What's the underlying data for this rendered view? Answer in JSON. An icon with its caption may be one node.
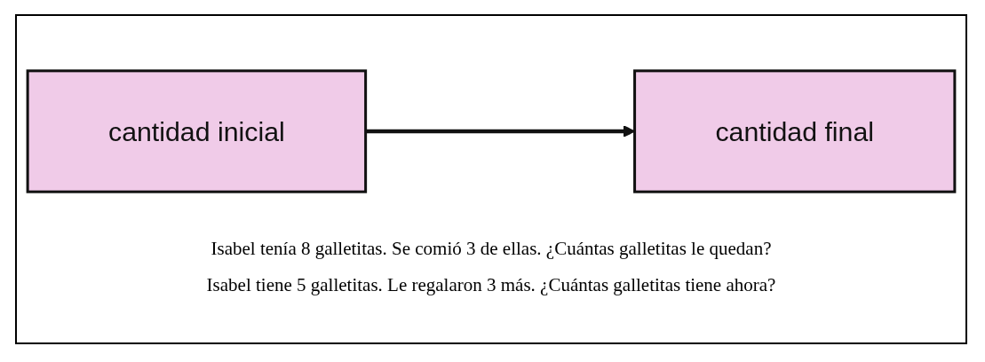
{
  "diagram": {
    "nodes": [
      {
        "text": [
          "cantidad inicial"
        ]
      },
      {
        "text": [
          "cantidad final"
        ]
      }
    ],
    "edges": [
      {
        "from": 0,
        "to": 1,
        "arrow": "to"
      }
    ],
    "labels": [
      "Isabel tenía 8 galletitas. Se comió 3 de ellas. ¿Cuántas galletitas le quedan?",
      "Isabel tiene 5 galletitas. Le regalaron 3 más. ¿Cuántas galletitas tiene ahora?"
    ]
  }
}
